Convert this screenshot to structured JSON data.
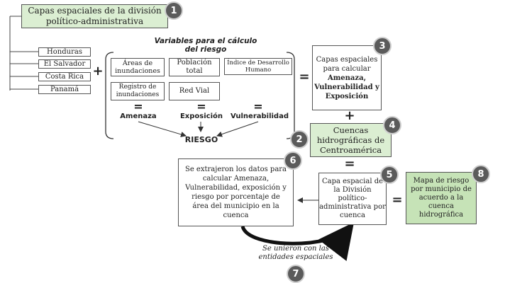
{
  "badges": [
    "1",
    "2",
    "3",
    "4",
    "5",
    "6",
    "7",
    "8"
  ],
  "top_box": "Capas espaciales de la división político-administrativa",
  "countries": [
    "Honduras",
    "El Salvador",
    "Costa Rica",
    "Panamá"
  ],
  "variables_title": "Variables para el cálculo del riesgo",
  "variables": {
    "areas_inundaciones": "Áreas de inundaciones",
    "poblacion_total": "Población total",
    "idh": "Índice de Desarrollo Humano",
    "registro_inundaciones": "Registro de inundaciones",
    "red_vial": "Red Vial"
  },
  "components": {
    "amenaza": "Amenaza",
    "exposicion": "Exposición",
    "vulnerabilidad": "Vulnerabilidad",
    "riesgo": "RIESGO"
  },
  "symbols": {
    "plus": "+",
    "equals": "="
  },
  "box3": {
    "text": "Capas espaciales para calcular",
    "bold": "Amenaza, Vulnerabilidad y Exposición"
  },
  "box4": "Cuencas hidrográficas de Centroamérica",
  "box5": "Capa espacial de la División político-administrativa por cuenca",
  "box6": "Se extrajeron los datos para calcular Amenaza, Vulnerabilidad, exposición y riesgo por porcentaje de área del municipio en la cuenca",
  "union_label": "Se unieron con las entidades espaciales",
  "box8": "Mapa de riesgo por municipio de acuerdo a la cuenca hidrográfica"
}
